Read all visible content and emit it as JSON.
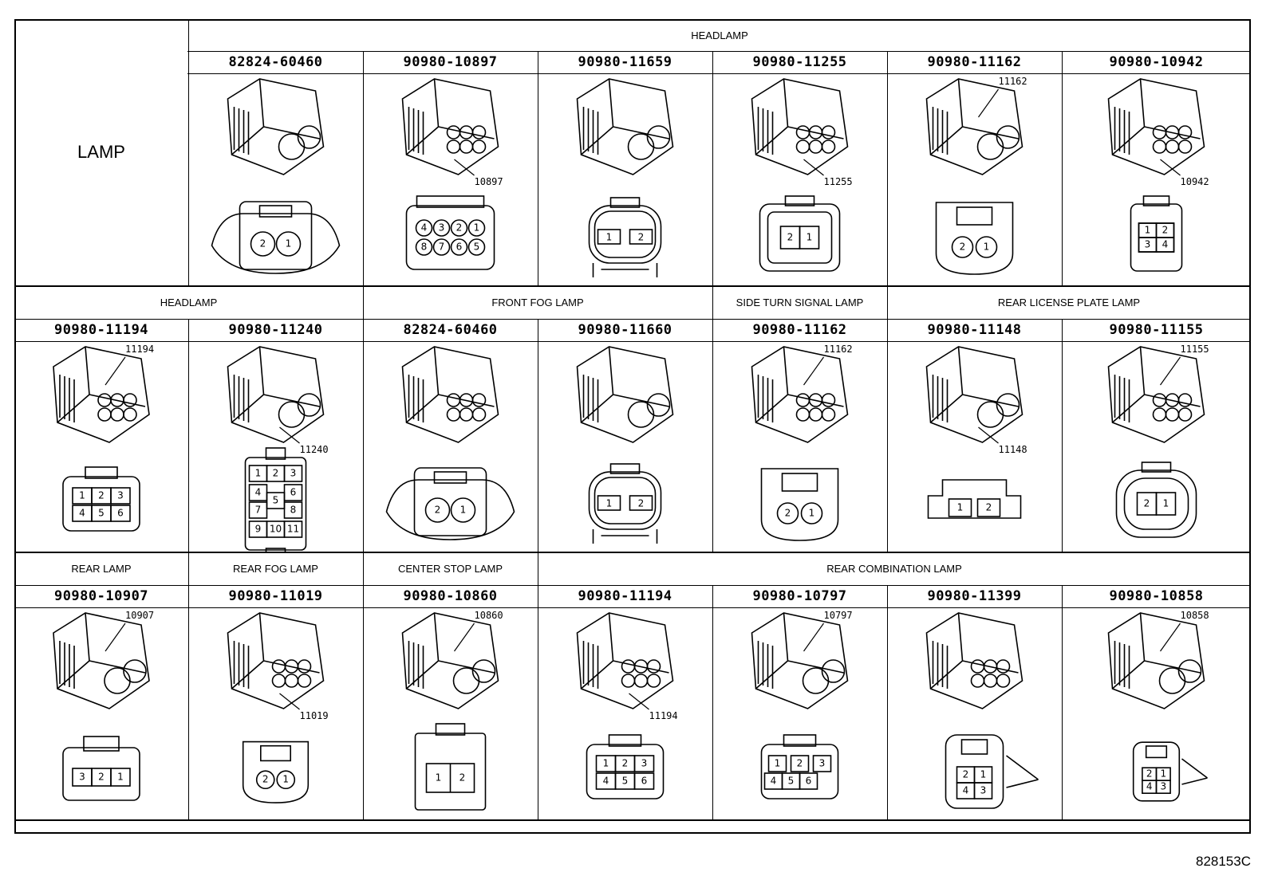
{
  "corner_label": "LAMP",
  "footer_code": "828153C",
  "rows": [
    {
      "groups": [
        {
          "label": "HEADLAMP",
          "span": 6
        }
      ],
      "has_corner": true,
      "cells": [
        {
          "part": "82824-60460",
          "tag": "",
          "pins": [
            "2",
            "1"
          ],
          "style": "oval2"
        },
        {
          "part": "90980-10897",
          "tag": "10897",
          "pins": [
            "4",
            "3",
            "2",
            "1",
            "8",
            "7",
            "6",
            "5"
          ],
          "style": "round8"
        },
        {
          "part": "90980-11659",
          "tag": "",
          "pins": [
            "1",
            "2"
          ],
          "style": "clip2"
        },
        {
          "part": "90980-11255",
          "tag": "11255",
          "pins": [
            "2",
            "1"
          ],
          "style": "box2"
        },
        {
          "part": "90980-11162",
          "tag": "11162",
          "pins": [
            "2",
            "1"
          ],
          "style": "round2"
        },
        {
          "part": "90980-10942",
          "tag": "10942",
          "pins": [
            "1",
            "2",
            "3",
            "4"
          ],
          "style": "grid4"
        }
      ]
    },
    {
      "groups": [
        {
          "label": "HEADLAMP",
          "span": 2
        },
        {
          "label": "FRONT FOG LAMP",
          "span": 2
        },
        {
          "label": "SIDE TURN SIGNAL LAMP",
          "span": 1
        },
        {
          "label": "REAR LICENSE PLATE LAMP",
          "span": 2
        }
      ],
      "has_corner": false,
      "cells": [
        {
          "part": "90980-11194",
          "tag": "11194",
          "pins": [
            "1",
            "2",
            "3",
            "4",
            "5",
            "6"
          ],
          "style": "grid6"
        },
        {
          "part": "90980-11240",
          "tag": "11240",
          "pins": [
            "1",
            "2",
            "3",
            "4",
            "5",
            "6",
            "7",
            "8",
            "9",
            "10",
            "11"
          ],
          "style": "grid11"
        },
        {
          "part": "82824-60460",
          "tag": "",
          "pins": [
            "2",
            "1"
          ],
          "style": "oval2"
        },
        {
          "part": "90980-11660",
          "tag": "",
          "pins": [
            "1",
            "2"
          ],
          "style": "clip2"
        },
        {
          "part": "90980-11162",
          "tag": "11162",
          "pins": [
            "2",
            "1"
          ],
          "style": "round2"
        },
        {
          "part": "90980-11148",
          "tag": "11148",
          "pins": [
            "1",
            "2"
          ],
          "style": "flat2"
        },
        {
          "part": "90980-11155",
          "tag": "11155",
          "pins": [
            "2",
            "1"
          ],
          "style": "box2r"
        }
      ]
    },
    {
      "groups": [
        {
          "label": "REAR LAMP",
          "span": 1
        },
        {
          "label": "REAR FOG LAMP",
          "span": 1
        },
        {
          "label": "CENTER STOP LAMP",
          "span": 1
        },
        {
          "label": "REAR COMBINATION LAMP",
          "span": 4
        }
      ],
      "has_corner": false,
      "cells": [
        {
          "part": "90980-10907",
          "tag": "10907",
          "pins": [
            "3",
            "2",
            "1"
          ],
          "style": "row3"
        },
        {
          "part": "90980-11019",
          "tag": "11019",
          "pins": [
            "2",
            "1"
          ],
          "style": "round2s"
        },
        {
          "part": "90980-10860",
          "tag": "10860",
          "pins": [
            "1",
            "2"
          ],
          "style": "tall2"
        },
        {
          "part": "90980-11194",
          "tag": "11194",
          "pins": [
            "1",
            "2",
            "3",
            "4",
            "5",
            "6"
          ],
          "style": "grid6"
        },
        {
          "part": "90980-10797",
          "tag": "10797",
          "pins": [
            "1",
            "2",
            "3",
            "4",
            "5",
            "6"
          ],
          "style": "row6"
        },
        {
          "part": "90980-11399",
          "tag": "",
          "pins": [
            "2",
            "1",
            "4",
            "3"
          ],
          "style": "clip4"
        },
        {
          "part": "90980-10858",
          "tag": "10858",
          "pins": [
            "2",
            "1",
            "4",
            "3"
          ],
          "style": "small4"
        }
      ]
    }
  ]
}
